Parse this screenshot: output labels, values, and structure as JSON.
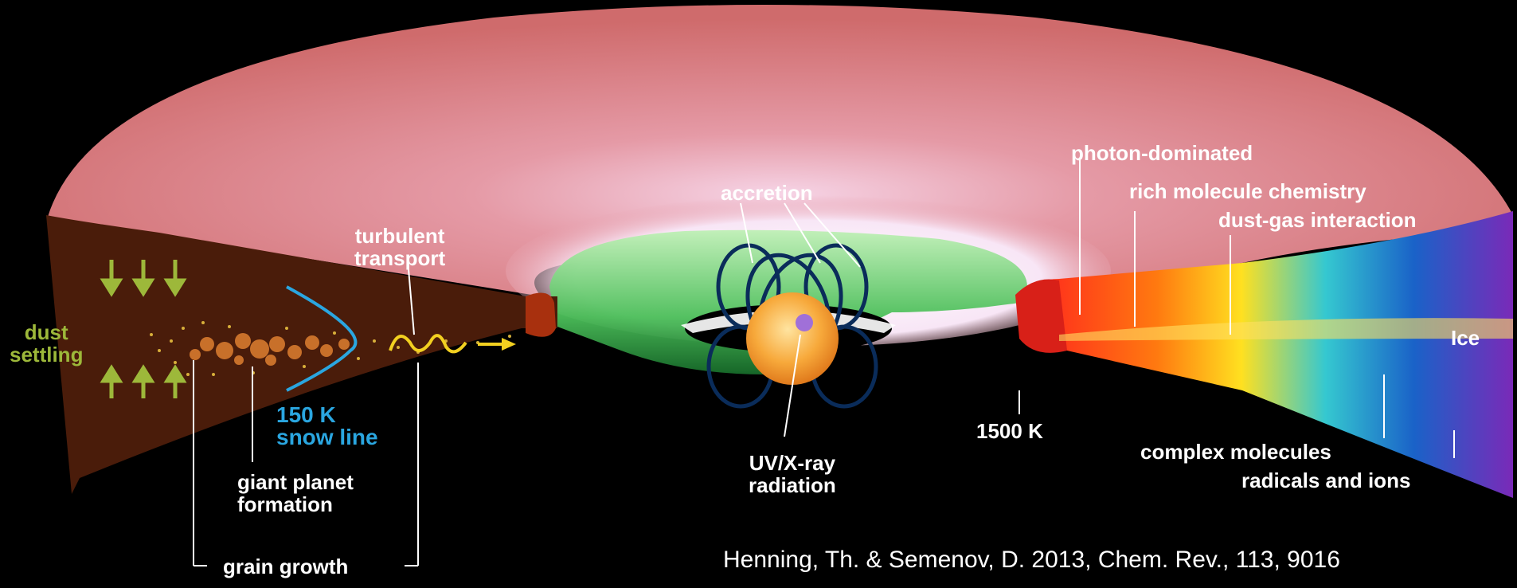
{
  "labels": {
    "dust_settling": [
      "dust",
      "settling"
    ],
    "turbulent_transport": [
      "turbulent",
      "transport"
    ],
    "snow_line": [
      "150 K",
      "snow line"
    ],
    "giant_planet_formation": [
      "giant planet",
      "formation"
    ],
    "grain_growth": "grain growth",
    "accretion": "accretion",
    "uv_xray": [
      "UV/X-ray",
      "radiation"
    ],
    "temp_1500": "1500 K",
    "photon_dominated": "photon-dominated",
    "rich_molecule_chemistry": "rich molecule chemistry",
    "dust_gas_interaction": "dust-gas interaction",
    "ice": "Ice",
    "complex_molecules": "complex molecules",
    "radicals_ions": "radicals and ions"
  },
  "citation": "Henning, Th. & Semenov, D. 2013, Chem. Rev., 113, 9016",
  "colors": {
    "disk_surface": "#d8707a",
    "dusty_wedge": "#4a1c0a",
    "inner_rim": "#a8300e",
    "star": "#f7a93b",
    "green_annotation": "#9db83a",
    "blue_annotation": "#2aa6e0"
  }
}
